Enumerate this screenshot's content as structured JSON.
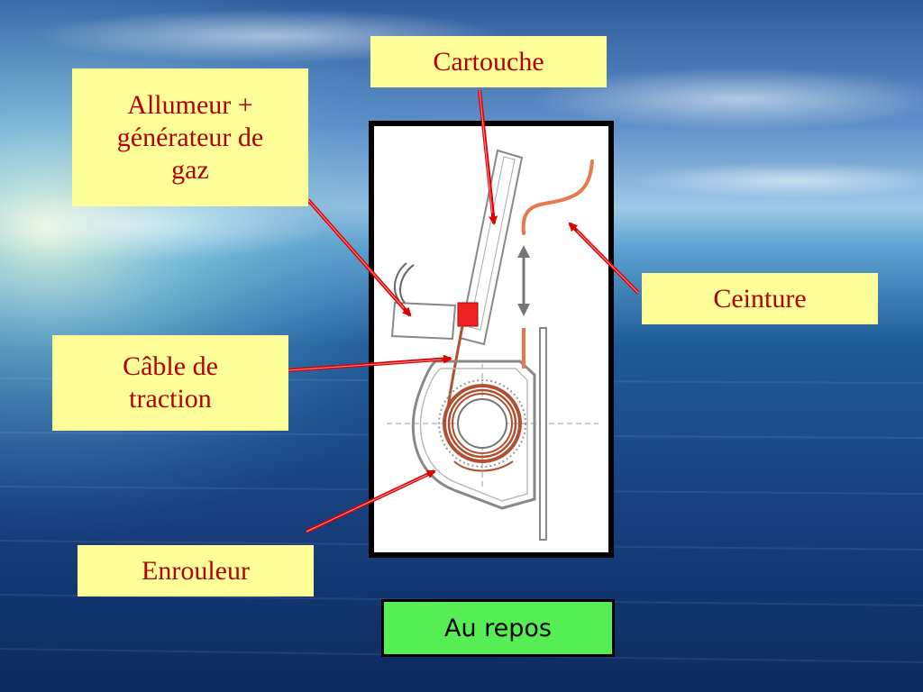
{
  "labels": {
    "cartouche": "Cartouche",
    "allumeur": [
      "Allumeur +",
      "générateur de",
      "gaz"
    ],
    "ceinture": "Ceinture",
    "cable": [
      "Câble de",
      "traction"
    ],
    "enrouleur": "Enrouleur"
  },
  "status": "Au repos",
  "colors": {
    "label_bg": "#ffff99",
    "label_text": "#b20000",
    "arrow": "#dd0000",
    "status_bg": "#55ee55",
    "belt": "#e8774a"
  }
}
